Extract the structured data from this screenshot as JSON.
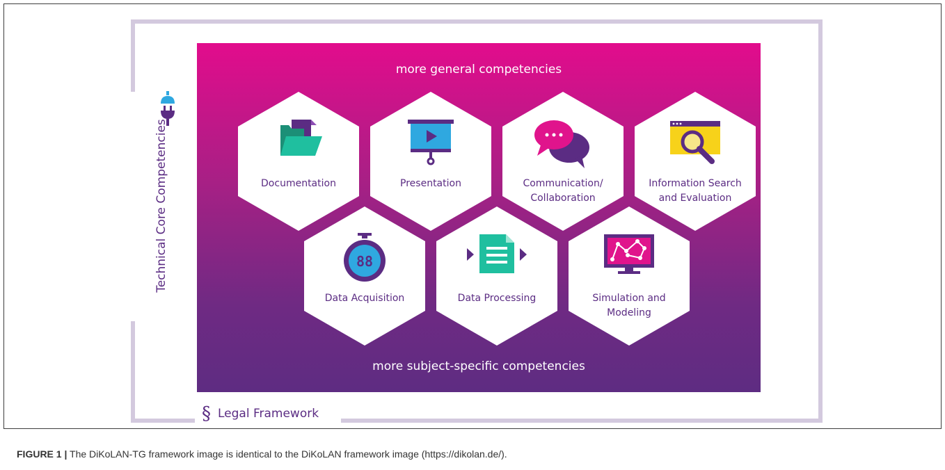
{
  "side_label": "Technical Core Competencies",
  "legal": {
    "symbol": "§",
    "label": "Legal Framework"
  },
  "panel": {
    "top_label": "more general competencies",
    "bottom_label": "more subject-specific competencies"
  },
  "hexagons": [
    {
      "label": "Documentation",
      "icon": "folder-icon"
    },
    {
      "label": "Presentation",
      "icon": "projector-screen-icon"
    },
    {
      "label": "Communication/ Collaboration",
      "icon": "speech-bubbles-icon"
    },
    {
      "label": "Information Search and Evaluation",
      "icon": "browser-search-icon"
    },
    {
      "label": "Data Acquisition",
      "icon": "stopwatch-icon"
    },
    {
      "label": "Data Processing",
      "icon": "document-arrows-icon"
    },
    {
      "label": "Simulation and Modeling",
      "icon": "monitor-graph-icon"
    }
  ],
  "caption": {
    "prefix": "FIGURE 1 |",
    "text": " The DiKoLAN-TG framework image is identical to the DiKoLAN framework image (https://dikolan.de/)."
  },
  "colors": {
    "purple": "#5b2c83",
    "magenta": "#e20c8c",
    "border": "#d3c9de",
    "teal": "#1fbf9f",
    "sky": "#2fa8e0",
    "yellow": "#f7d21a"
  }
}
